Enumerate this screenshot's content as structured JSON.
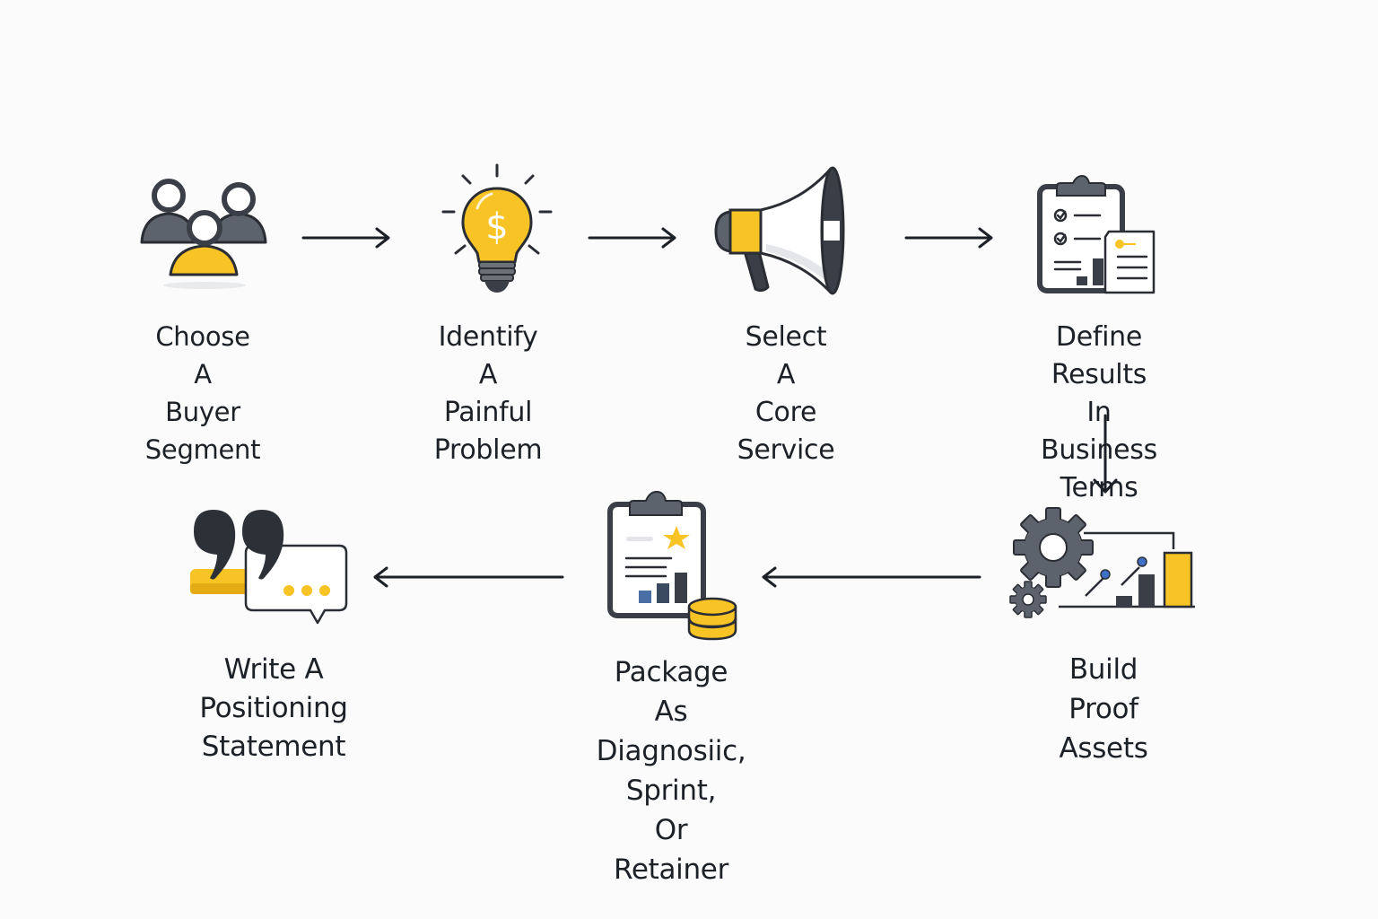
{
  "diagram": {
    "type": "process-flow",
    "direction": "left-to-right then down then right-to-left",
    "colors": {
      "accent_yellow": "#f7c325",
      "dark": "#3a3f47",
      "mid_gray": "#5d636c",
      "blue_dot": "#3f6fc4",
      "text": "#1c2128",
      "background": "#fbfbfc"
    },
    "steps": [
      {
        "id": 1,
        "icon": "buyer-segment-people-icon",
        "label": "Choose A\nBuyer Segment"
      },
      {
        "id": 2,
        "icon": "lightbulb-dollar-icon",
        "label": "Identify A\nPainful Problem"
      },
      {
        "id": 3,
        "icon": "megaphone-icon",
        "label": "Select A\nCore Service"
      },
      {
        "id": 4,
        "icon": "clipboard-results-icon",
        "label": "Define Results In\nBusiness Terms"
      },
      {
        "id": 5,
        "icon": "gears-chart-icon",
        "label": "Build Proof\nAssets"
      },
      {
        "id": 6,
        "icon": "clipboard-coins-icon",
        "label": "Package As\nDiagnosiic, Sprint,\nOr Retainer"
      },
      {
        "id": 7,
        "icon": "quote-speech-bubble-icon",
        "label": "Write A\nPositioning\nStatement"
      }
    ],
    "connections": [
      {
        "from": 1,
        "to": 2,
        "direction": "right"
      },
      {
        "from": 2,
        "to": 3,
        "direction": "right"
      },
      {
        "from": 3,
        "to": 4,
        "direction": "right"
      },
      {
        "from": 4,
        "to": 5,
        "direction": "down"
      },
      {
        "from": 5,
        "to": 6,
        "direction": "left"
      },
      {
        "from": 6,
        "to": 7,
        "direction": "left"
      }
    ]
  }
}
